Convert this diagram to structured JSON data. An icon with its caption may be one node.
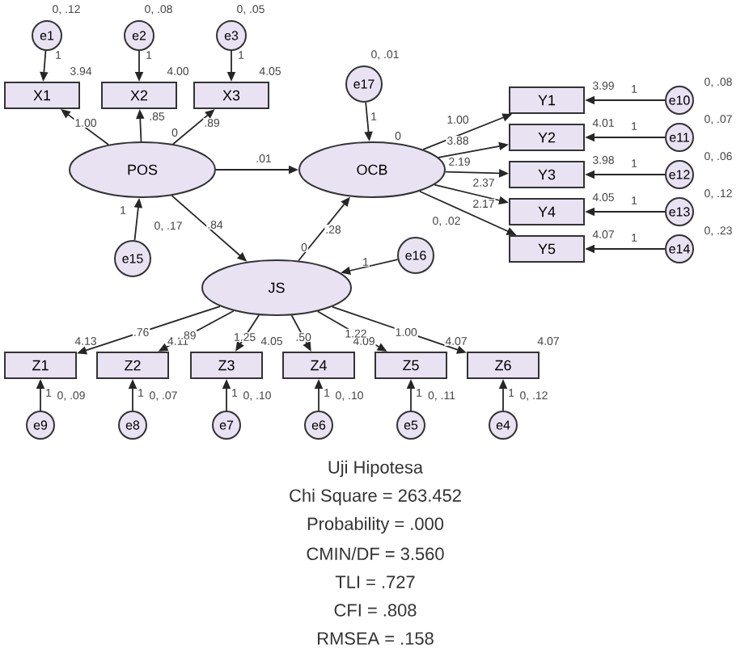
{
  "diagram": {
    "nodes": [
      {
        "text": [
          "e1"
        ],
        "beside": [
          "0, .12"
        ]
      },
      {
        "text": [
          "e2"
        ],
        "beside": [
          "0, .08"
        ]
      },
      {
        "text": [
          "e3"
        ],
        "beside": [
          "0, .05"
        ]
      },
      {
        "text": [
          "e17"
        ],
        "beside": [
          "0, .01"
        ]
      },
      {
        "text": [
          "X1"
        ],
        "beside": [
          "3.94"
        ]
      },
      {
        "text": [
          "X2"
        ],
        "beside": [
          "4.00"
        ]
      },
      {
        "text": [
          "X3"
        ],
        "beside": [
          "4.05"
        ]
      },
      {
        "text": [
          "Y1"
        ],
        "beside": [
          "3.99"
        ]
      },
      {
        "text": [
          "e10"
        ],
        "beside": [
          "0, .08"
        ]
      },
      {
        "text": [
          "Y2"
        ],
        "beside": [
          "4.01"
        ]
      },
      {
        "text": [
          "e11"
        ],
        "beside": [
          "0, .07"
        ]
      },
      {
        "text": [
          "POS"
        ],
        "beside": [
          "0"
        ]
      },
      {
        "text": [
          "OCB"
        ],
        "beside": [
          "0"
        ]
      },
      {
        "text": [
          "Y3"
        ],
        "beside": [
          "3.98"
        ]
      },
      {
        "text": [
          "e12"
        ],
        "beside": [
          "0, .06"
        ]
      },
      {
        "text": [
          "Y4"
        ],
        "beside": [
          "4.05"
        ]
      },
      {
        "text": [
          "e13"
        ],
        "beside": [
          "0, .12"
        ]
      },
      {
        "text": [
          "e15"
        ],
        "beside": [
          "0, .17"
        ]
      },
      {
        "text": [
          "e16"
        ],
        "beside": [
          "0, .02"
        ]
      },
      {
        "text": [
          "Y5"
        ],
        "beside": [
          "4.07"
        ]
      },
      {
        "text": [
          "e14"
        ],
        "beside": [
          "0, .23"
        ]
      },
      {
        "text": [
          "JS"
        ],
        "beside": [
          "0"
        ]
      },
      {
        "text": [
          "Z1"
        ],
        "beside": [
          "4.13"
        ]
      },
      {
        "text": [
          "Z2"
        ],
        "beside": [
          "4.11"
        ]
      },
      {
        "text": [
          "Z3"
        ],
        "beside": [
          "4.05"
        ]
      },
      {
        "text": [
          "Z4"
        ],
        "beside": [
          "4.09"
        ]
      },
      {
        "text": [
          "Z5"
        ],
        "beside": [
          "4.07"
        ]
      },
      {
        "text": [
          "Z6"
        ],
        "beside": [
          "4.07"
        ]
      },
      {
        "text": [
          "e9"
        ],
        "beside": [
          "0, .09"
        ]
      },
      {
        "text": [
          "e8"
        ],
        "beside": [
          "0, .07"
        ]
      },
      {
        "text": [
          "e7"
        ],
        "beside": [
          "0, .10"
        ]
      },
      {
        "text": [
          "e6"
        ],
        "beside": [
          "0, .10"
        ]
      },
      {
        "text": [
          "e5"
        ],
        "beside": [
          "0, .11"
        ]
      },
      {
        "text": [
          "e4"
        ],
        "beside": [
          "0, .12"
        ]
      }
    ],
    "edges": [
      {
        "from": 0,
        "to": 4,
        "arrow": "to",
        "label": "1"
      },
      {
        "from": 1,
        "to": 5,
        "arrow": "to",
        "label": "1"
      },
      {
        "from": 2,
        "to": 6,
        "arrow": "to",
        "label": "1"
      },
      {
        "from": 11,
        "to": 4,
        "arrow": "to",
        "label": "1.00"
      },
      {
        "from": 11,
        "to": 5,
        "arrow": "to",
        "label": ".85"
      },
      {
        "from": 11,
        "to": 6,
        "arrow": "to",
        "label": ".89"
      },
      {
        "from": 3,
        "to": 12,
        "arrow": "to",
        "label": "1"
      },
      {
        "from": 11,
        "to": 12,
        "arrow": "to",
        "label": ".01"
      },
      {
        "from": 12,
        "to": 7,
        "arrow": "to",
        "label": "1.00"
      },
      {
        "from": 12,
        "to": 9,
        "arrow": "to",
        "label": "3.88"
      },
      {
        "from": 12,
        "to": 13,
        "arrow": "to",
        "label": "2.19"
      },
      {
        "from": 12,
        "to": 15,
        "arrow": "to",
        "label": "2.37"
      },
      {
        "from": 12,
        "to": 19,
        "arrow": "to",
        "label": "2.17"
      },
      {
        "from": 8,
        "to": 7,
        "arrow": "to",
        "label": "1"
      },
      {
        "from": 10,
        "to": 9,
        "arrow": "to",
        "label": "1"
      },
      {
        "from": 14,
        "to": 13,
        "arrow": "to",
        "label": "1"
      },
      {
        "from": 16,
        "to": 15,
        "arrow": "to",
        "label": "1"
      },
      {
        "from": 20,
        "to": 19,
        "arrow": "to",
        "label": "1"
      },
      {
        "from": 17,
        "to": 11,
        "arrow": "to",
        "label": "1"
      },
      {
        "from": 11,
        "to": 21,
        "arrow": "to",
        "label": ".84"
      },
      {
        "from": 21,
        "to": 12,
        "arrow": "to",
        "label": ".28"
      },
      {
        "from": 18,
        "to": 21,
        "arrow": "to",
        "label": "1"
      },
      {
        "from": 21,
        "to": 22,
        "arrow": "to",
        "label": ".76"
      },
      {
        "from": 21,
        "to": 23,
        "arrow": "to",
        "label": ".89"
      },
      {
        "from": 21,
        "to": 24,
        "arrow": "to",
        "label": "1.25"
      },
      {
        "from": 21,
        "to": 25,
        "arrow": "to",
        "label": ".50"
      },
      {
        "from": 21,
        "to": 26,
        "arrow": "to",
        "label": "1.22"
      },
      {
        "from": 21,
        "to": 27,
        "arrow": "to",
        "label": "1.00"
      },
      {
        "from": 28,
        "to": 22,
        "arrow": "to",
        "label": "1"
      },
      {
        "from": 29,
        "to": 23,
        "arrow": "to",
        "label": "1"
      },
      {
        "from": 30,
        "to": 24,
        "arrow": "to",
        "label": "1"
      },
      {
        "from": 31,
        "to": 25,
        "arrow": "to",
        "label": "1"
      },
      {
        "from": 32,
        "to": 26,
        "arrow": "to",
        "label": "1"
      },
      {
        "from": 33,
        "to": 27,
        "arrow": "to",
        "label": "1"
      }
    ],
    "labels": [
      "Uji Hipotesa",
      "Chi Square = 263.452",
      "Probability = .000",
      "CMIN/DF = 3.560",
      "TLI = .727",
      "CFI = .808",
      "RMSEA = .158"
    ]
  }
}
